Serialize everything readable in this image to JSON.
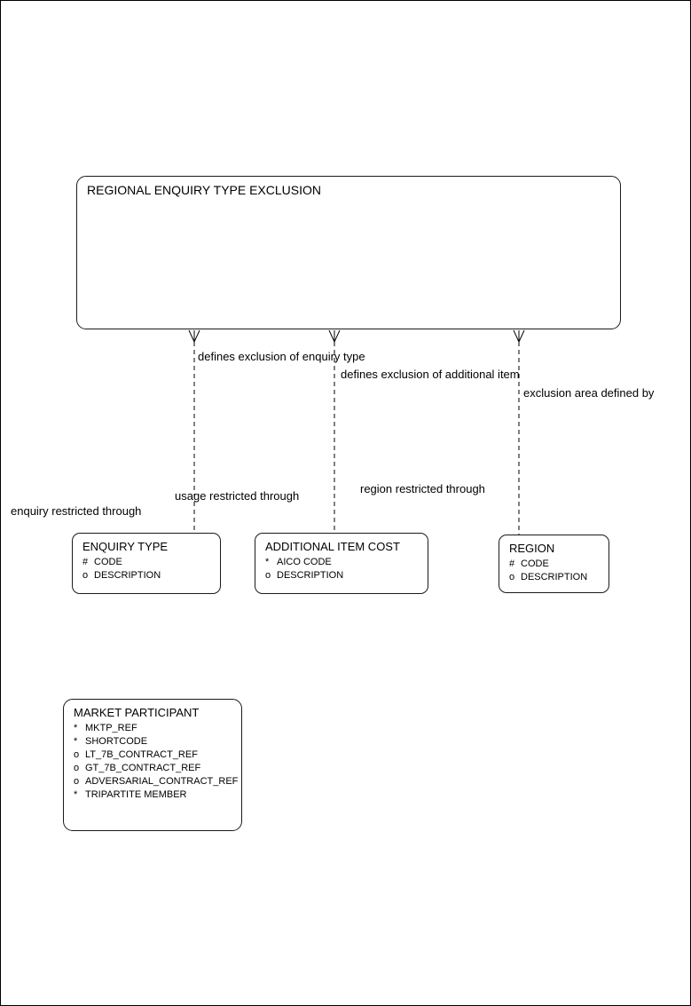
{
  "diagram": {
    "main_entity": {
      "title": "REGIONAL ENQUIRY TYPE EXCLUSION"
    },
    "labels": {
      "defines_enquiry": "defines exclusion of enquiry type",
      "defines_additional": "defines exclusion of additional item",
      "exclusion_area": "exclusion area defined by",
      "enquiry_restricted": "enquiry restricted through",
      "usage_restricted": "usage restricted through",
      "region_restricted": "region restricted through"
    },
    "entities": [
      {
        "title": "ENQUIRY TYPE",
        "attributes": [
          {
            "prefix": "#",
            "name": "CODE"
          },
          {
            "prefix": "o",
            "name": "DESCRIPTION"
          }
        ]
      },
      {
        "title": "ADDITIONAL ITEM COST",
        "attributes": [
          {
            "prefix": "*",
            "name": "AICO CODE"
          },
          {
            "prefix": "o",
            "name": "DESCRIPTION"
          }
        ]
      },
      {
        "title": "REGION",
        "attributes": [
          {
            "prefix": "#",
            "name": "CODE"
          },
          {
            "prefix": "o",
            "name": "DESCRIPTION"
          }
        ]
      },
      {
        "title": "MARKET PARTICIPANT",
        "attributes": [
          {
            "prefix": "*",
            "name": "MKTP_REF"
          },
          {
            "prefix": "*",
            "name": "SHORTCODE"
          },
          {
            "prefix": "o",
            "name": "LT_7B_CONTRACT_REF"
          },
          {
            "prefix": "o",
            "name": "GT_7B_CONTRACT_REF"
          },
          {
            "prefix": "o",
            "name": "ADVERSARIAL_CONTRACT_REF"
          },
          {
            "prefix": "*",
            "name": "TRIPARTITE MEMBER"
          }
        ]
      }
    ],
    "colors": {
      "line": "#000000",
      "border": "#1a1a1a",
      "background": "#ffffff"
    }
  }
}
